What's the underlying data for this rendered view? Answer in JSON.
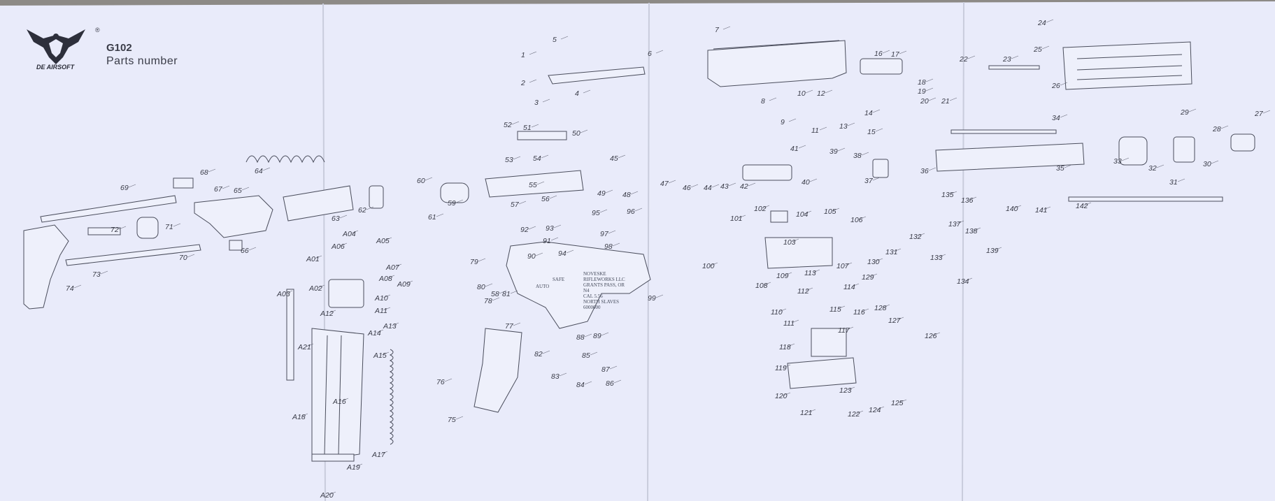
{
  "header": {
    "logo_text": "DE AIRSOFT",
    "model": "G102",
    "subtitle": "Parts number",
    "trademark": "®"
  },
  "engraving": [
    "NOVESKE",
    "RIFLEWORKS LLC",
    "GRANTS PASS, OR",
    "N4",
    "CAL 5.56",
    "NORTH SLAVES",
    "6000000"
  ],
  "selector_marks": [
    "AUTO",
    "SAFE"
  ],
  "colors": {
    "sheet": "#e9ebfa",
    "ink": "#3a3c48",
    "background": "#8d8a86"
  },
  "parts": [
    {
      "id": "1"
    },
    {
      "id": "2"
    },
    {
      "id": "3"
    },
    {
      "id": "4"
    },
    {
      "id": "5"
    },
    {
      "id": "6"
    },
    {
      "id": "7"
    },
    {
      "id": "8"
    },
    {
      "id": "9"
    },
    {
      "id": "10"
    },
    {
      "id": "11"
    },
    {
      "id": "12"
    },
    {
      "id": "13"
    },
    {
      "id": "14"
    },
    {
      "id": "15"
    },
    {
      "id": "16"
    },
    {
      "id": "17"
    },
    {
      "id": "18"
    },
    {
      "id": "19"
    },
    {
      "id": "20"
    },
    {
      "id": "21"
    },
    {
      "id": "22"
    },
    {
      "id": "23"
    },
    {
      "id": "24"
    },
    {
      "id": "25"
    },
    {
      "id": "26"
    },
    {
      "id": "27"
    },
    {
      "id": "28"
    },
    {
      "id": "29"
    },
    {
      "id": "30"
    },
    {
      "id": "31"
    },
    {
      "id": "32"
    },
    {
      "id": "33"
    },
    {
      "id": "34"
    },
    {
      "id": "35"
    },
    {
      "id": "36"
    },
    {
      "id": "37"
    },
    {
      "id": "38"
    },
    {
      "id": "39"
    },
    {
      "id": "40"
    },
    {
      "id": "41"
    },
    {
      "id": "42"
    },
    {
      "id": "43"
    },
    {
      "id": "44"
    },
    {
      "id": "45"
    },
    {
      "id": "46"
    },
    {
      "id": "47"
    },
    {
      "id": "48"
    },
    {
      "id": "49"
    },
    {
      "id": "50"
    },
    {
      "id": "51"
    },
    {
      "id": "52"
    },
    {
      "id": "53"
    },
    {
      "id": "54"
    },
    {
      "id": "55"
    },
    {
      "id": "56"
    },
    {
      "id": "57"
    },
    {
      "id": "58"
    },
    {
      "id": "59"
    },
    {
      "id": "60"
    },
    {
      "id": "61"
    },
    {
      "id": "62"
    },
    {
      "id": "63"
    },
    {
      "id": "64"
    },
    {
      "id": "65"
    },
    {
      "id": "66"
    },
    {
      "id": "67"
    },
    {
      "id": "68"
    },
    {
      "id": "69"
    },
    {
      "id": "70"
    },
    {
      "id": "71"
    },
    {
      "id": "72"
    },
    {
      "id": "73"
    },
    {
      "id": "74"
    },
    {
      "id": "75"
    },
    {
      "id": "76"
    },
    {
      "id": "77"
    },
    {
      "id": "78"
    },
    {
      "id": "79"
    },
    {
      "id": "80"
    },
    {
      "id": "81"
    },
    {
      "id": "82"
    },
    {
      "id": "83"
    },
    {
      "id": "84"
    },
    {
      "id": "85"
    },
    {
      "id": "86"
    },
    {
      "id": "87"
    },
    {
      "id": "88"
    },
    {
      "id": "89"
    },
    {
      "id": "90"
    },
    {
      "id": "91"
    },
    {
      "id": "92"
    },
    {
      "id": "93"
    },
    {
      "id": "94"
    },
    {
      "id": "95"
    },
    {
      "id": "96"
    },
    {
      "id": "97"
    },
    {
      "id": "98"
    },
    {
      "id": "99"
    },
    {
      "id": "100"
    },
    {
      "id": "101"
    },
    {
      "id": "102"
    },
    {
      "id": "103"
    },
    {
      "id": "104"
    },
    {
      "id": "105"
    },
    {
      "id": "106"
    },
    {
      "id": "107"
    },
    {
      "id": "108"
    },
    {
      "id": "109"
    },
    {
      "id": "110"
    },
    {
      "id": "111"
    },
    {
      "id": "112"
    },
    {
      "id": "113"
    },
    {
      "id": "114"
    },
    {
      "id": "115"
    },
    {
      "id": "116"
    },
    {
      "id": "117"
    },
    {
      "id": "118"
    },
    {
      "id": "119"
    },
    {
      "id": "120"
    },
    {
      "id": "121"
    },
    {
      "id": "122"
    },
    {
      "id": "123"
    },
    {
      "id": "124"
    },
    {
      "id": "125"
    },
    {
      "id": "126"
    },
    {
      "id": "127"
    },
    {
      "id": "128"
    },
    {
      "id": "129"
    },
    {
      "id": "130"
    },
    {
      "id": "131"
    },
    {
      "id": "132"
    },
    {
      "id": "133"
    },
    {
      "id": "134"
    },
    {
      "id": "135"
    },
    {
      "id": "136"
    },
    {
      "id": "137"
    },
    {
      "id": "138"
    },
    {
      "id": "139"
    },
    {
      "id": "140"
    },
    {
      "id": "141"
    },
    {
      "id": "142"
    },
    {
      "id": "A01"
    },
    {
      "id": "A02"
    },
    {
      "id": "A03"
    },
    {
      "id": "A04"
    },
    {
      "id": "A05"
    },
    {
      "id": "A06"
    },
    {
      "id": "A07"
    },
    {
      "id": "A08"
    },
    {
      "id": "A09"
    },
    {
      "id": "A10"
    },
    {
      "id": "A11"
    },
    {
      "id": "A12"
    },
    {
      "id": "A13"
    },
    {
      "id": "A14"
    },
    {
      "id": "A15"
    },
    {
      "id": "A16"
    },
    {
      "id": "A17"
    },
    {
      "id": "A18"
    },
    {
      "id": "A19"
    },
    {
      "id": "A20"
    },
    {
      "id": "A21"
    }
  ]
}
